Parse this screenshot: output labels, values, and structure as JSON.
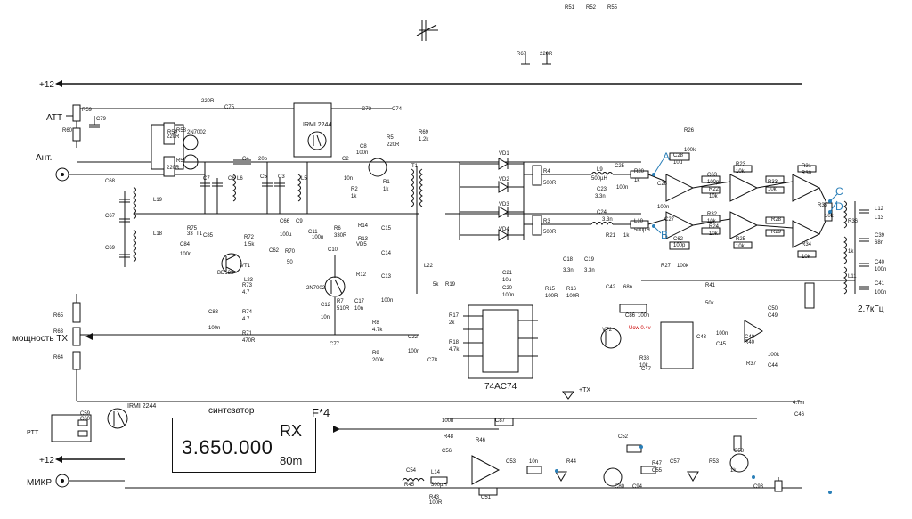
{
  "power": {
    "plus12_top": "+12",
    "plus12_bottom": "+12"
  },
  "rails": {
    "att": "ATT",
    "ant": "Ант.",
    "power_tx": "мощность TX",
    "ptt": "PTT",
    "mic": "МИКР",
    "tx_plus": "+TX"
  },
  "synth": {
    "title": "синтезатор",
    "freq": "3.650.000",
    "mode": "RX",
    "band": "80m",
    "label_f": "F*4"
  },
  "chips": {
    "flipflop": "74AC74",
    "relay1": "IRMI 2244",
    "relay2": "IRMI 2244",
    "vt1": "VT1",
    "vt1_part": "BD139",
    "vt2": "VT2",
    "mosfet_top": "2N7002",
    "mosfet_mid": "2N7002"
  },
  "if_filter": {
    "value": "2.7кГц"
  },
  "points": {
    "a": "A",
    "b": "B",
    "c": "C",
    "d": "D"
  },
  "notes": {
    "ucw": "Ucw 0.4v"
  },
  "labels": [
    {
      "t": "R59"
    },
    {
      "t": "C79"
    },
    {
      "t": "R60"
    },
    {
      "t": "R58"
    },
    {
      "t": "220R"
    },
    {
      "t": "R57"
    },
    {
      "t": "220R"
    },
    {
      "t": "C75"
    },
    {
      "t": "220R"
    },
    {
      "t": "C73"
    },
    {
      "t": "C74"
    },
    {
      "t": "R69"
    },
    {
      "t": "1.2k"
    },
    {
      "t": "R5"
    },
    {
      "t": "220R"
    },
    {
      "t": "C8"
    },
    {
      "t": "100n"
    },
    {
      "t": "C2"
    },
    {
      "t": "10n"
    },
    {
      "t": "R2"
    },
    {
      "t": "1k"
    },
    {
      "t": "R1"
    },
    {
      "t": "1k"
    },
    {
      "t": "T1"
    },
    {
      "t": "C4"
    },
    {
      "t": "20p"
    },
    {
      "t": "C7"
    },
    {
      "t": "C6"
    },
    {
      "t": "L6"
    },
    {
      "t": "C5"
    },
    {
      "t": "C3"
    },
    {
      "t": "L5"
    },
    {
      "t": "C68"
    },
    {
      "t": "L19"
    },
    {
      "t": "C67"
    },
    {
      "t": "L18"
    },
    {
      "t": "C69"
    },
    {
      "t": "R75"
    },
    {
      "t": "33"
    },
    {
      "t": "C84"
    },
    {
      "t": "100n"
    },
    {
      "t": "T1"
    },
    {
      "t": "C85"
    },
    {
      "t": "R72"
    },
    {
      "t": "1.5k"
    },
    {
      "t": "C62"
    },
    {
      "t": "C66"
    },
    {
      "t": "100µ"
    },
    {
      "t": "C9"
    },
    {
      "t": "C11"
    },
    {
      "t": "100n"
    },
    {
      "t": "R6"
    },
    {
      "t": "330R"
    },
    {
      "t": "R14"
    },
    {
      "t": "R13"
    },
    {
      "t": "VD5"
    },
    {
      "t": "C10"
    },
    {
      "t": "R12"
    },
    {
      "t": "C15"
    },
    {
      "t": "C14"
    },
    {
      "t": "C13"
    },
    {
      "t": "100n"
    },
    {
      "t": "L22"
    },
    {
      "t": "R70"
    },
    {
      "t": "50"
    },
    {
      "t": "R73"
    },
    {
      "t": "4.7"
    },
    {
      "t": "L23"
    },
    {
      "t": "C83"
    },
    {
      "t": "100n"
    },
    {
      "t": "R74"
    },
    {
      "t": "4.7"
    },
    {
      "t": "R71"
    },
    {
      "t": "470R"
    },
    {
      "t": "C12"
    },
    {
      "t": "10n"
    },
    {
      "t": "R7"
    },
    {
      "t": "510R"
    },
    {
      "t": "C17"
    },
    {
      "t": "10n"
    },
    {
      "t": "R8"
    },
    {
      "t": "4.7k"
    },
    {
      "t": "R9"
    },
    {
      "t": "200k"
    },
    {
      "t": "C77"
    },
    {
      "t": "C22"
    },
    {
      "t": "100n"
    },
    {
      "t": "C78"
    },
    {
      "t": "R65"
    },
    {
      "t": "R63"
    },
    {
      "t": "R64"
    },
    {
      "t": "R19"
    },
    {
      "t": "5k"
    },
    {
      "t": "R17"
    },
    {
      "t": "2k"
    },
    {
      "t": "R18"
    },
    {
      "t": "4.7k"
    },
    {
      "t": "C21"
    },
    {
      "t": "10µ"
    },
    {
      "t": "C20"
    },
    {
      "t": "100n"
    },
    {
      "t": "C18"
    },
    {
      "t": "3.3n"
    },
    {
      "t": "C19"
    },
    {
      "t": "3.3n"
    },
    {
      "t": "R15"
    },
    {
      "t": "100R"
    },
    {
      "t": "R16"
    },
    {
      "t": "100R"
    },
    {
      "t": "VD1"
    },
    {
      "t": "VD2"
    },
    {
      "t": "VD3"
    },
    {
      "t": "VD4"
    },
    {
      "t": "R4"
    },
    {
      "t": "500R"
    },
    {
      "t": "R3"
    },
    {
      "t": "500R"
    },
    {
      "t": "L9"
    },
    {
      "t": "500µH"
    },
    {
      "t": "C25"
    },
    {
      "t": "100n"
    },
    {
      "t": "R20"
    },
    {
      "t": "1k"
    },
    {
      "t": "C23"
    },
    {
      "t": "3.3n"
    },
    {
      "t": "C24"
    },
    {
      "t": "3.3n"
    },
    {
      "t": "L10"
    },
    {
      "t": "500µH"
    },
    {
      "t": "R21"
    },
    {
      "t": "1k"
    },
    {
      "t": "C26"
    },
    {
      "t": "100n"
    },
    {
      "t": "C27"
    },
    {
      "t": "C28"
    },
    {
      "t": "10µ"
    },
    {
      "t": "R26"
    },
    {
      "t": "100k"
    },
    {
      "t": "C62"
    },
    {
      "t": "100p"
    },
    {
      "t": "R27"
    },
    {
      "t": "100k"
    },
    {
      "t": "C63"
    },
    {
      "t": "100p"
    },
    {
      "t": "R22"
    },
    {
      "t": "10k"
    },
    {
      "t": "R23"
    },
    {
      "t": "10k"
    },
    {
      "t": "R32"
    },
    {
      "t": "10k"
    },
    {
      "t": "R24"
    },
    {
      "t": "10k"
    },
    {
      "t": "R25"
    },
    {
      "t": "10k"
    },
    {
      "t": "R33"
    },
    {
      "t": "10k"
    },
    {
      "t": "R28"
    },
    {
      "t": "R29"
    },
    {
      "t": "R31"
    },
    {
      "t": "R30"
    },
    {
      "t": "R34"
    },
    {
      "t": "10k"
    },
    {
      "t": "R35"
    },
    {
      "t": "10k"
    },
    {
      "t": "R36"
    },
    {
      "t": "1k"
    },
    {
      "t": "L11"
    },
    {
      "t": "L12"
    },
    {
      "t": "L13"
    },
    {
      "t": "C39"
    },
    {
      "t": "68n"
    },
    {
      "t": "C40"
    },
    {
      "t": "100n"
    },
    {
      "t": "C41"
    },
    {
      "t": "100n"
    },
    {
      "t": "C42"
    },
    {
      "t": "68n"
    },
    {
      "t": "C86"
    },
    {
      "t": "100n"
    },
    {
      "t": "R41"
    },
    {
      "t": "50k"
    },
    {
      "t": "C50"
    },
    {
      "t": "C49"
    },
    {
      "t": "C43"
    },
    {
      "t": "100n"
    },
    {
      "t": "C45"
    },
    {
      "t": "C48"
    },
    {
      "t": "R40"
    },
    {
      "t": "R37"
    },
    {
      "t": "100k"
    },
    {
      "t": "C44"
    },
    {
      "t": "R38"
    },
    {
      "t": "10k"
    },
    {
      "t": "C47"
    },
    {
      "t": "4.7m"
    },
    {
      "t": "C46"
    },
    {
      "t": "C87"
    },
    {
      "t": "100n"
    },
    {
      "t": "R48"
    },
    {
      "t": "C56"
    },
    {
      "t": "R46"
    },
    {
      "t": "C54"
    },
    {
      "t": "R45"
    },
    {
      "t": "L14"
    },
    {
      "t": "300µH"
    },
    {
      "t": "R43"
    },
    {
      "t": "100R"
    },
    {
      "t": "C51"
    },
    {
      "t": "C53"
    },
    {
      "t": "10n"
    },
    {
      "t": "R44"
    },
    {
      "t": "C52"
    },
    {
      "t": "R47"
    },
    {
      "t": "C55"
    },
    {
      "t": "C57"
    },
    {
      "t": "R53"
    },
    {
      "t": "1k"
    },
    {
      "t": "C58"
    },
    {
      "t": "C59"
    },
    {
      "t": "C60"
    },
    {
      "t": "R54"
    },
    {
      "t": "R67"
    },
    {
      "t": "220R"
    },
    {
      "t": "C80"
    },
    {
      "t": "C94"
    },
    {
      "t": "C93"
    },
    {
      "t": "R51"
    },
    {
      "t": "R52"
    },
    {
      "t": "R55"
    }
  ]
}
